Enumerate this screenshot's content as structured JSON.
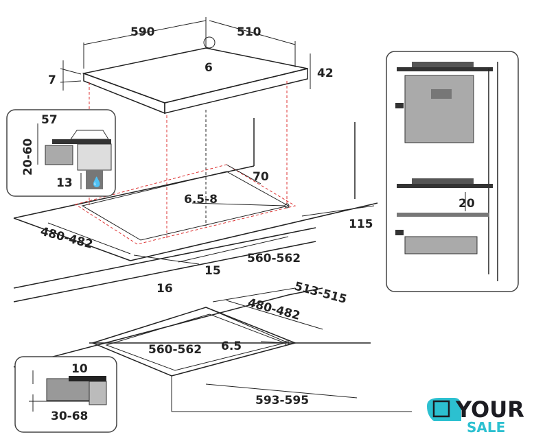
{
  "dimensions": {
    "hob_width": "590",
    "hob_depth": "510",
    "gas_inlet": "6",
    "glass_thickness": "7",
    "hob_height": "42",
    "inset_top_width": "57",
    "inset_top_thickness": "20-60",
    "inset_top_gap": "13",
    "cutout_back": "70",
    "cutout_inlet": "6.5-8",
    "cutout_depth": "480-482",
    "cutout_width": "560-562",
    "side_clearance": "115",
    "front_gap": "15",
    "front_margin": "16",
    "flush_outer_depth": "513-515",
    "flush_inner_depth": "480-482",
    "flush_inner_width": "560-562",
    "flush_inlet": "6.5",
    "flush_outer_width": "593-595",
    "flush_rebate": "10",
    "flush_thickness": "30-68",
    "cabinet_gap": "20"
  },
  "logo": {
    "line1": "YOUR",
    "line2": "SALE"
  },
  "colors": {
    "line": "#222222",
    "dash": "#dd3333",
    "logo_dark": "#1c1c22",
    "logo_accent": "#2cc0d0"
  }
}
